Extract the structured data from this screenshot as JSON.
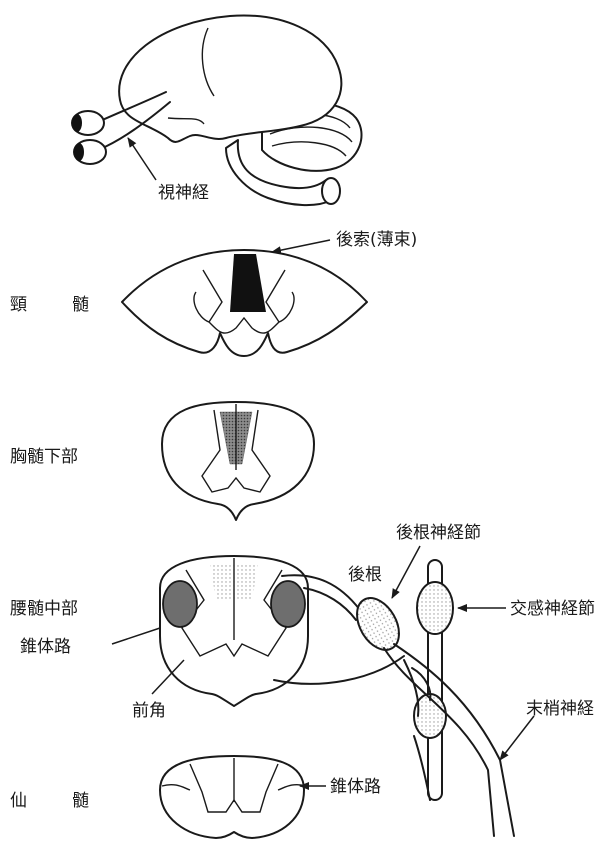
{
  "labels": {
    "optic_nerve": "視神経",
    "posterior_funiculus": "後索(薄束)",
    "cervical_cord": [
      "頸",
      "髄"
    ],
    "lower_thoracic_cord": "胸髄下部",
    "mid_lumbar_cord": "腰髄中部",
    "pyramidal_tract_lumbar": "錐体路",
    "anterior_horn": "前角",
    "dorsal_root_ganglion": "後根神経節",
    "dorsal_root": "後根",
    "sympathetic_ganglion": "交感神経節",
    "peripheral_nerve": "末梢神経",
    "sacral_cord": [
      "仙",
      "髄"
    ],
    "pyramidal_tract_sacral": "錐体路"
  },
  "colors": {
    "line": "#1a1a1a",
    "lesion_black": "#111111",
    "lesion_dark_gray": "#707070",
    "lesion_mid_gray": "#9a9a9a",
    "lesion_light_stipple": "#d6d6d6"
  }
}
